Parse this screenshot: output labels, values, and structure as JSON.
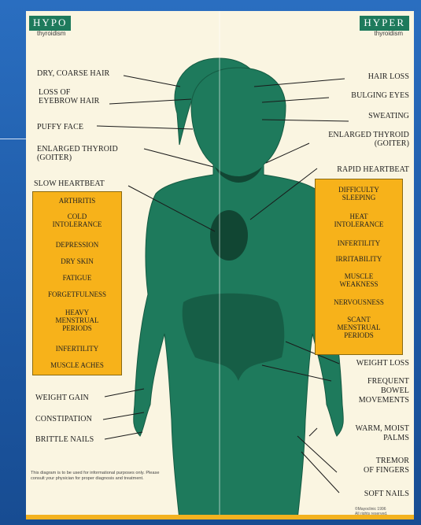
{
  "hypo": {
    "title": "HYPO",
    "subtitle": "thyroidism"
  },
  "hyper": {
    "title": "HYPER",
    "subtitle": "thyroidism"
  },
  "left_labels": [
    "DRY, COARSE HAIR",
    "LOSS OF\nEYEBROW HAIR",
    "PUFFY FACE",
    "ENLARGED THYROID\n(GOITER)",
    "SLOW HEARTBEAT",
    "WEIGHT GAIN",
    "CONSTIPATION",
    "BRITTLE NAILS"
  ],
  "right_labels": [
    "HAIR LOSS",
    "BULGING EYES",
    "SWEATING",
    "ENLARGED THYROID\n(GOITER)",
    "RAPID HEARTBEAT",
    "WEIGHT LOSS",
    "FREQUENT\nBOWEL\nMOVEMENTS",
    "WARM, MOIST\nPALMS",
    "TREMOR\nOF FINGERS",
    "SOFT NAILS"
  ],
  "left_box": [
    "ARTHRITIS",
    "COLD\nINTOLERANCE",
    "DEPRESSION",
    "DRY SKIN",
    "FATIGUE",
    "FORGETFULNESS",
    "HEAVY\nMENSTRUAL\nPERIODS",
    "INFERTILITY",
    "MUSCLE ACHES"
  ],
  "right_box": [
    "DIFFICULTY\nSLEEPING",
    "HEAT\nINTOLERANCE",
    "INFERTILITY",
    "IRRITABILITY",
    "MUSCLE\nWEAKNESS",
    "NERVOUSNESS",
    "SCANT\nMENSTRUAL\nPERIODS"
  ],
  "disclaimer": "This diagram is to be used for informational purposes only. Please consult your physician for proper diagnosis and treatment.",
  "copyright": "©Mayoclinic 1996\nAll rights reserved.",
  "colors": {
    "slide_bg": "#1f5ea8",
    "poster_bg": "#faf5e1",
    "figure": "#1e7a5c",
    "box": "#f7b21a",
    "accent": "#f3b21f"
  }
}
